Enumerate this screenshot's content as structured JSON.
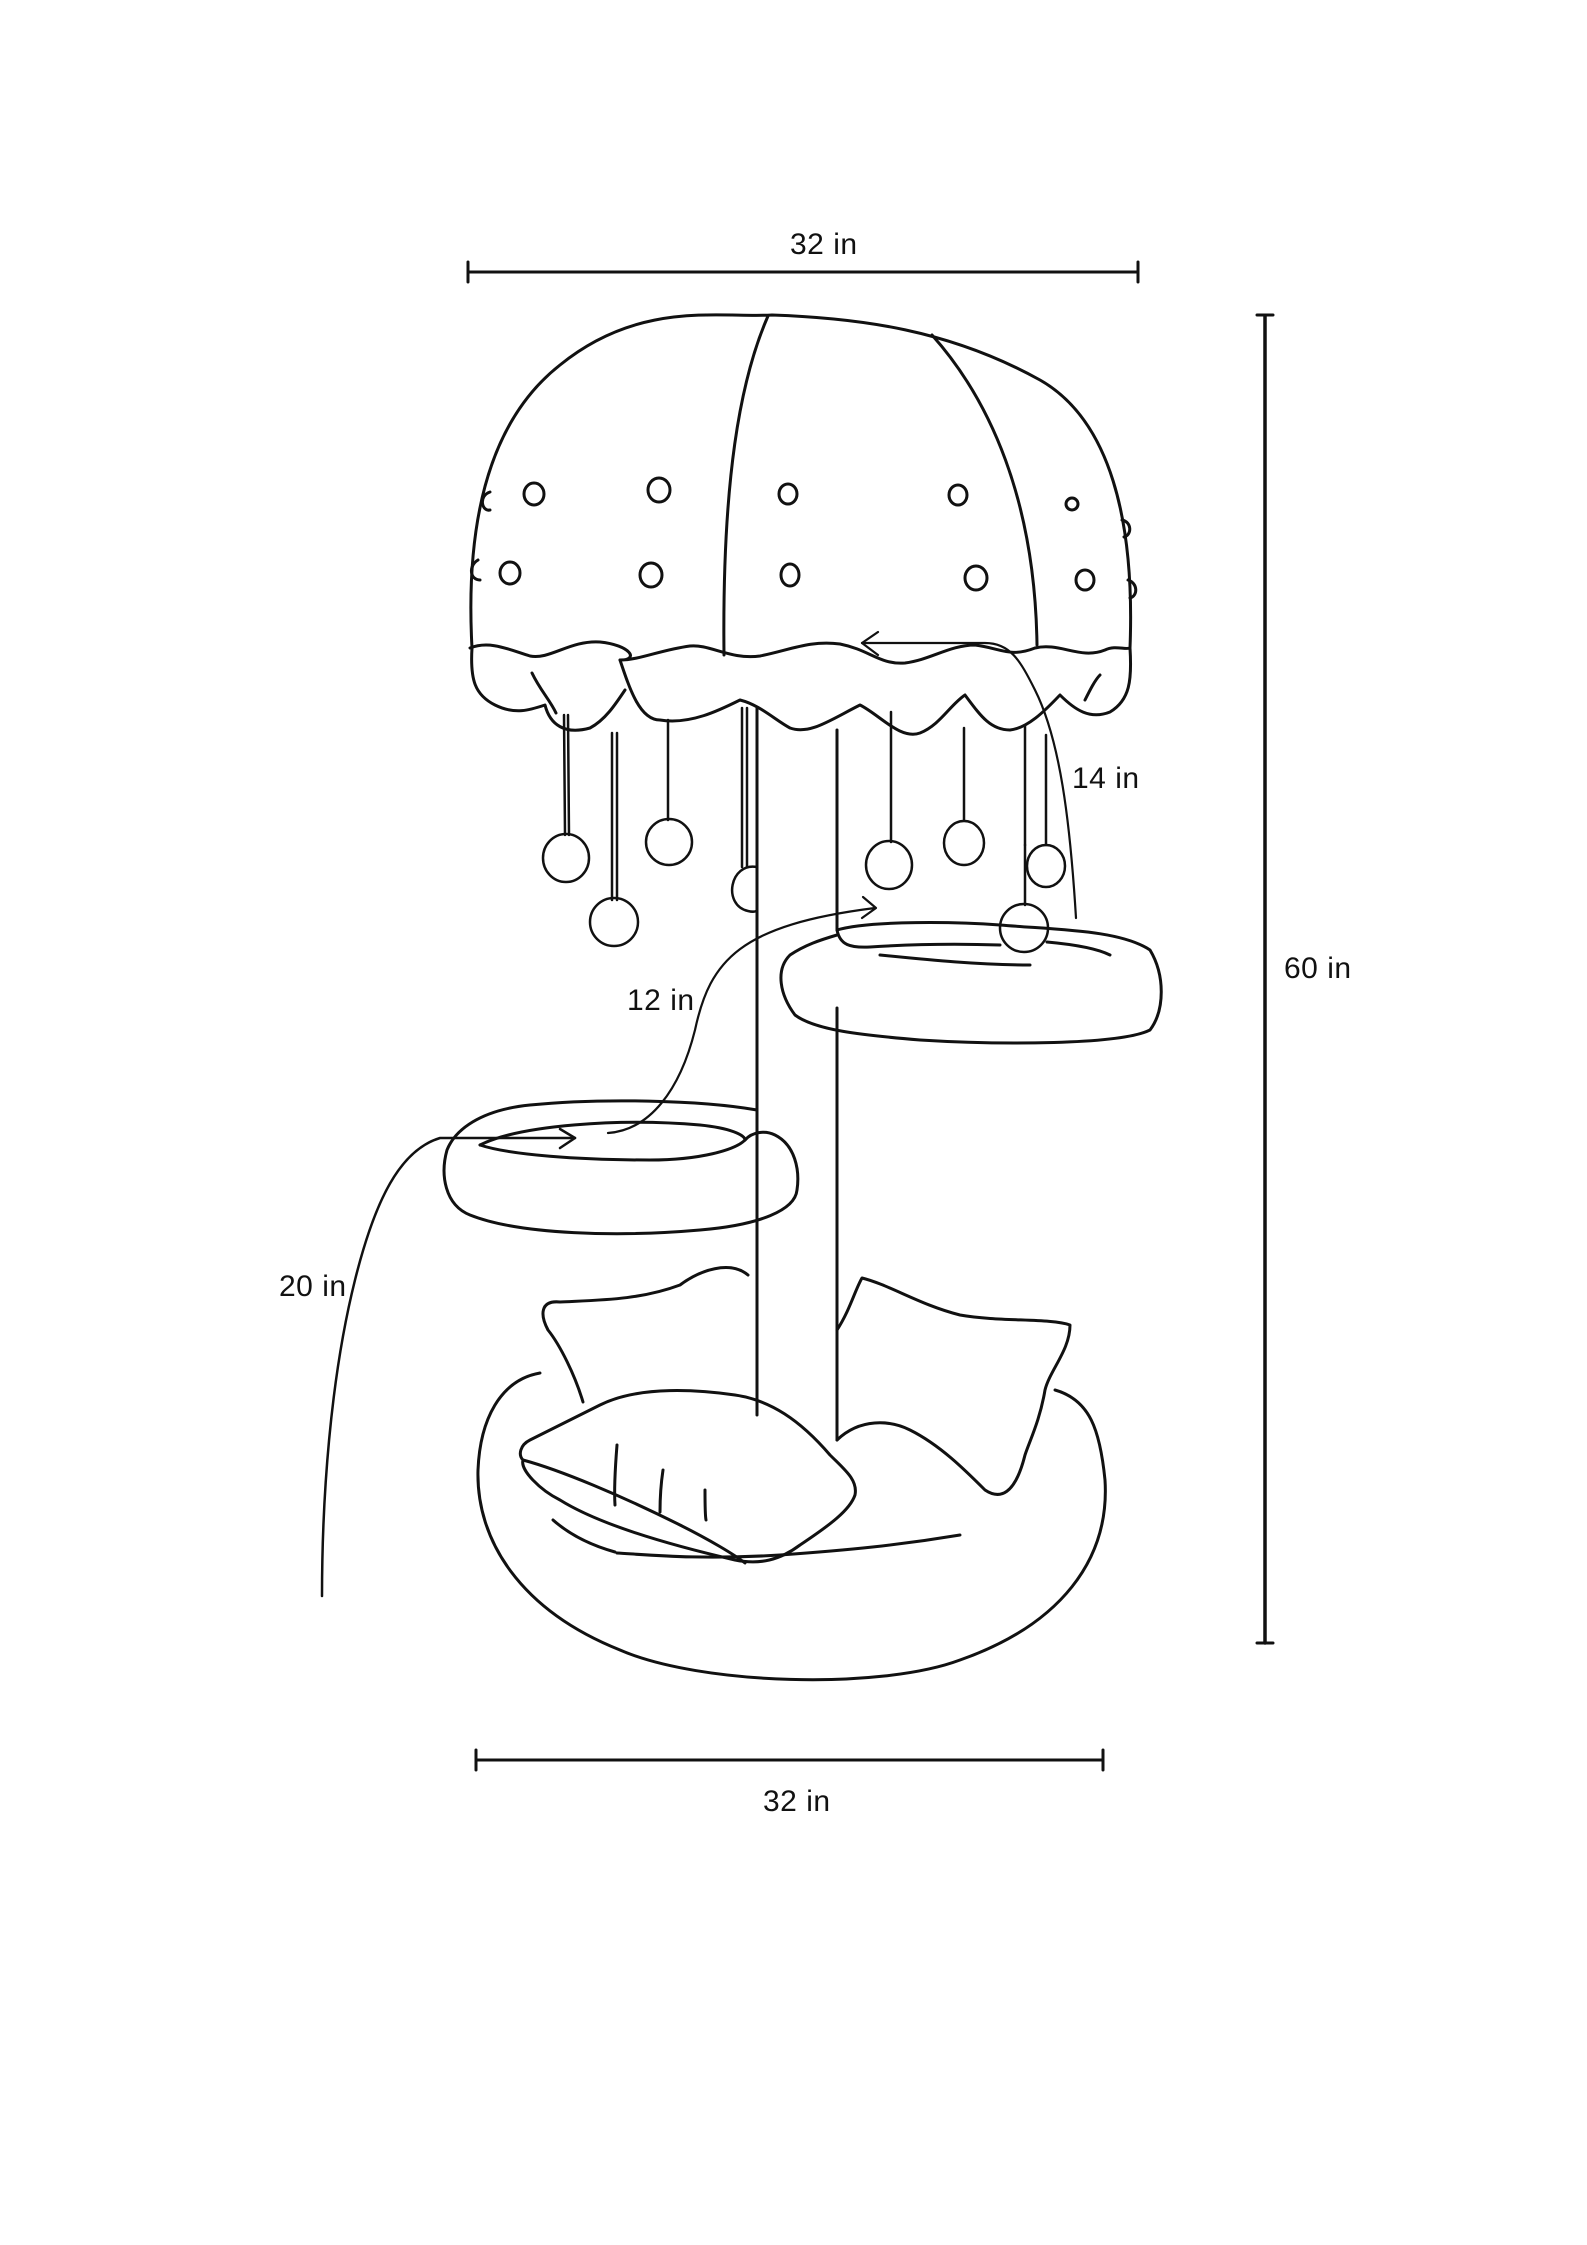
{
  "diagram": {
    "subject": "Mushroom-shaped cat tree",
    "dimensions": {
      "top_width": "32 in",
      "overall_height": "60 in",
      "upper_platform_to_canopy": "14 in",
      "lower_to_upper_platform": "12 in",
      "floor_to_lower_platform": "20 in",
      "base_width": "32 in"
    },
    "components": [
      "dome canopy with dots",
      "scalloped canopy fringe",
      "hanging pom-pom toys",
      "center post",
      "upper round platform",
      "lower round platform",
      "round base bed",
      "three cushions"
    ],
    "stroke_color": "#111111",
    "background_color": "#ffffff"
  }
}
